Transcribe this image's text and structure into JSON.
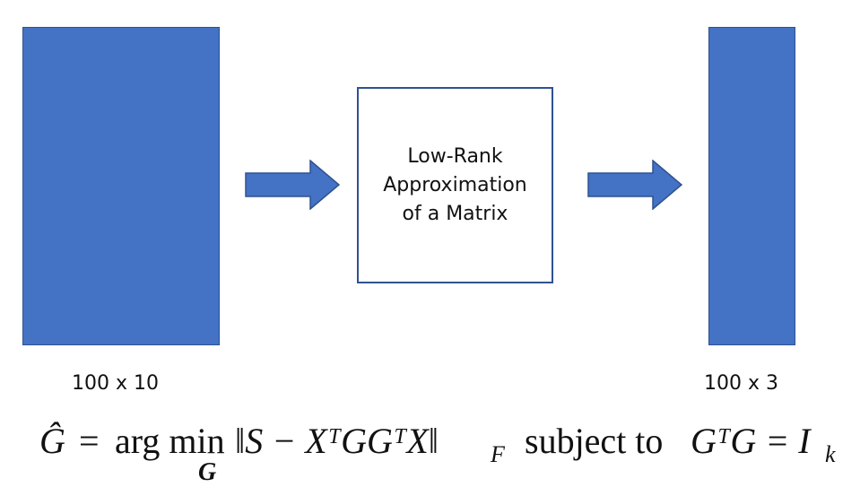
{
  "colors": {
    "matrix_fill": "#4472c4",
    "arrow_fill": "#4472c4",
    "outline": "#2f528f",
    "hat_g": "#c00000",
    "constraint": "#2e75b6"
  },
  "left_matrix": {
    "label": "100 x 10"
  },
  "right_matrix": {
    "label": "100 x 3"
  },
  "process_box": {
    "lines": [
      "Low-Rank",
      "Approximation",
      "of a Matrix"
    ]
  },
  "equation": {
    "lhs": "Ĝ",
    "equals": "=",
    "argmin": "arg min",
    "argmin_sub": "G",
    "objective": "‖S − XᵀGGᵀX‖",
    "norm_sub": "F",
    "subject_to": "subject to",
    "constraint": "GᵀG = I",
    "constraint_sub": "k"
  }
}
